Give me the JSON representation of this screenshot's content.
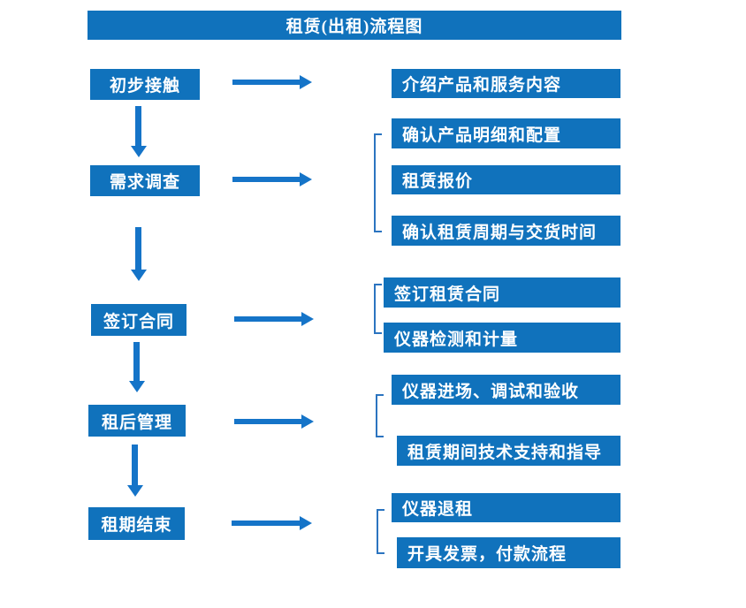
{
  "title": "租赁(出租)流程图",
  "colors": {
    "box_blue": "#1072BC",
    "arrow_blue": "#1574C8",
    "bracket_blue": "#2B74C0",
    "text_white": "#FFFFFF"
  },
  "stages": [
    {
      "label": "初步接触",
      "details": [
        "介绍产品和服务内容"
      ]
    },
    {
      "label": "需求调查",
      "details": [
        "确认产品明细和配置",
        "租赁报价",
        "确认租赁周期与交货时间"
      ]
    },
    {
      "label": "签订合同",
      "details": [
        "签订租赁合同",
        "仪器检测和计量"
      ]
    },
    {
      "label": "租后管理",
      "details": [
        "仪器进场、调试和验收",
        "租赁期间技术支持和指导"
      ]
    },
    {
      "label": "租期结束",
      "details": [
        "仪器退租",
        "开具发票，付款流程"
      ]
    }
  ]
}
